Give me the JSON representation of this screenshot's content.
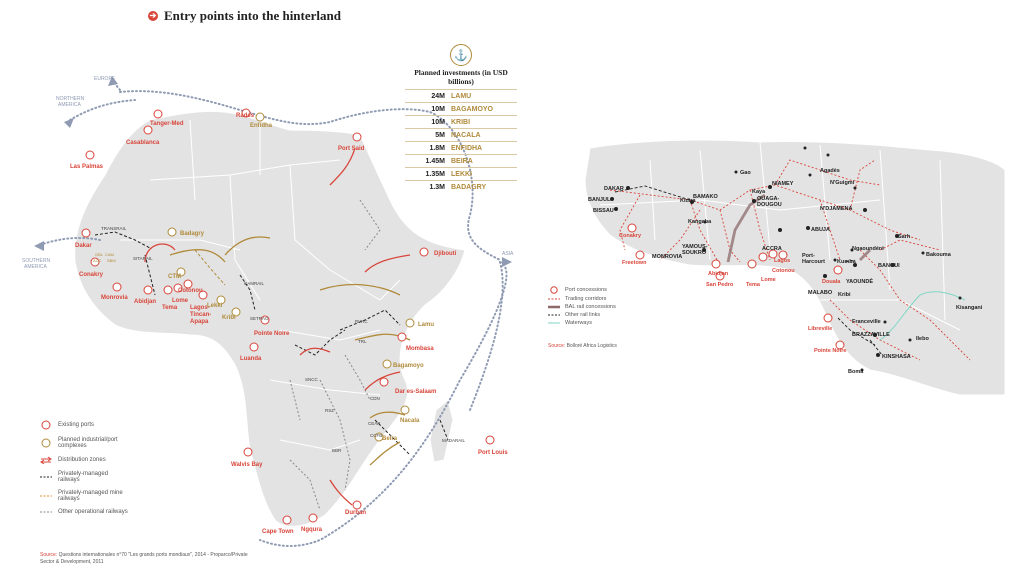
{
  "title": "Entry points into the hinterland",
  "colors": {
    "port": "#d8453a",
    "planned": "#b08a3a",
    "land": "#e3e3e3",
    "border": "#ffffff",
    "rail": "#222222",
    "route": "#8f9ab3"
  },
  "investments": {
    "heading": "Planned investments (in USD billions)",
    "rows": [
      {
        "amount": "24M",
        "port": "LAMU"
      },
      {
        "amount": "10M",
        "port": "BAGAMOYO"
      },
      {
        "amount": "10M",
        "port": "KRIBI"
      },
      {
        "amount": "5M",
        "port": "NACALA"
      },
      {
        "amount": "1.8M",
        "port": "ENFIDHA"
      },
      {
        "amount": "1.45M",
        "port": "BEIRA"
      },
      {
        "amount": "1.35M",
        "port": "LEKKI"
      },
      {
        "amount": "1.3M",
        "port": "BADAGRY"
      }
    ]
  },
  "routes": {
    "europe": "EUROPE",
    "north_america": "NORTHERN AMERICA",
    "south_america": "SOUTHERN AMERICA",
    "asia": "ASIA"
  },
  "map1_existing_ports": [
    "Tanger-Med",
    "Casablanca",
    "Las Palmas",
    "Rades",
    "Port Said",
    "Dakar",
    "Conakry",
    "Monrovia",
    "Abidjan",
    "Tema",
    "Lome",
    "Cotonou",
    "Lagos-Tincan-Apapa",
    "Djibouti",
    "Mombasa",
    "Dar es-Salaam",
    "Pointe Noire",
    "Luanda",
    "Walvis Bay",
    "Cape Town",
    "Ngqura",
    "Durban",
    "Port Louis"
  ],
  "map1_planned_ports": [
    "Enfidha",
    "Badagry",
    "CTM",
    "Lekki",
    "Kribi",
    "Lamu",
    "Bagamoyo",
    "Nacala",
    "Beira"
  ],
  "map1_small_labels": [
    "GBL",
    "ACC",
    "CAM",
    "SBM"
  ],
  "map1_rail_labels": [
    "TRANSRAIL",
    "SITARAIL",
    "CAMRAIL",
    "SETRAG",
    "SNCC",
    "RSZ",
    "RVRC",
    "TRL",
    "CDN",
    "CEAR",
    "CCFB",
    "BBR",
    "MADARAIL"
  ],
  "legend": [
    {
      "icon": "anchor-icon",
      "label": "Existing ports"
    },
    {
      "icon": "planned-anchor-icon",
      "label": "Planned industrial/port complexes"
    },
    {
      "icon": "arrows-icon",
      "label": "Distribution zones"
    },
    {
      "icon": "rail-black",
      "label": "Privately-managed railways"
    },
    {
      "icon": "rail-orange",
      "label": "Privately-managed mine railways"
    },
    {
      "icon": "rail-grey",
      "label": "Other operational railways"
    }
  ],
  "source1": {
    "prefix": "Source:",
    "text": "Questions internationales n°70 \"Les grands ports mondiaux\", 2014 - Proparco/Private Sector & Development, 2011"
  },
  "map2_ports": [
    "Conakry",
    "Freetown",
    "Abidjan",
    "San Pedro",
    "Tema",
    "Lome",
    "Cotonou",
    "Lagos",
    "Douala",
    "Libreville",
    "Pointe Noire"
  ],
  "map2_cities": [
    "DAKAR",
    "BANJUL",
    "BISSAU",
    "Kidira",
    "BAMAKO",
    "Kangaba",
    "Gao",
    "NIAMEY",
    "Kaya",
    "OUAGA-DOUGOU",
    "Agadès",
    "N'Guigmi",
    "N'DJAMENA",
    "YAMOUS-SOUKRO",
    "MONROVIA",
    "ACCRA",
    "ABUJA",
    "Port-Harcourt",
    "Ngaoundéré",
    "Kumba",
    "BANGUI",
    "Bakouma",
    "Sarh",
    "MALABO",
    "Kribi",
    "YAOUNDÉ",
    "Kisangani",
    "Franceville",
    "BRAZZAVILLE",
    "Ilebo",
    "KINSHASA",
    "Boma"
  ],
  "legend2": [
    {
      "icon": "anchor-icon",
      "label": "Port concessions"
    },
    {
      "icon": "corridor",
      "label": "Trading corridors"
    },
    {
      "icon": "bal",
      "label": "BAL rail concessions"
    },
    {
      "icon": "other-rail",
      "label": "Other rail links"
    },
    {
      "icon": "waterway",
      "label": "Waterways"
    }
  ],
  "source2": {
    "prefix": "Source:",
    "text": "Bolloré Africa Logistics"
  }
}
